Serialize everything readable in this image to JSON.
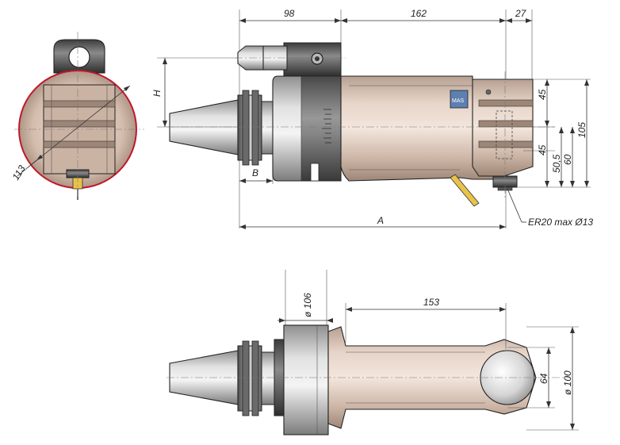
{
  "side_view": {
    "dimensions": {
      "top_left": "98",
      "top_middle": "162",
      "top_right": "27",
      "height_label": "H",
      "b_label": "B",
      "a_label": "A",
      "right_45_top": "45",
      "right_45_bottom": "45",
      "right_50_5": "50,5",
      "right_60": "60",
      "right_105": "105",
      "collet_note": "ER20 max Ø13"
    },
    "badge_text": "MAS"
  },
  "end_view": {
    "dimensions": {
      "diagonal": "113"
    }
  },
  "top_view": {
    "dimensions": {
      "dia_106": "ø 106",
      "length_153": "153",
      "dia_64": "64",
      "dia_100": "ø 100"
    }
  },
  "colors": {
    "body_fill": "#d9c3b4",
    "steel_fill": "#c9c9c9",
    "dark_fill": "#5a5a5a",
    "circle_red": "#c0182a"
  }
}
